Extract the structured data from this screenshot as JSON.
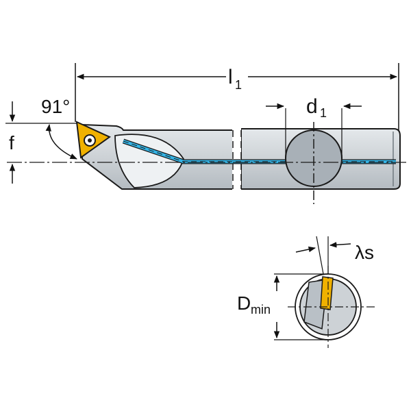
{
  "labels": {
    "angle": "91°",
    "f": "f",
    "l_main": "l",
    "l_sub": "1",
    "d_main": "d",
    "d_sub": "1",
    "lambda_s": "λs",
    "dmin_main": "D",
    "dmin_sub": "min"
  },
  "colors": {
    "body": "#cdd2d6",
    "body_dark": "#9aa3aa",
    "outline": "#1a1a1a",
    "coolant": "#34b4e6",
    "insert": "#f0b100",
    "insert_dark": "#c98a00"
  }
}
